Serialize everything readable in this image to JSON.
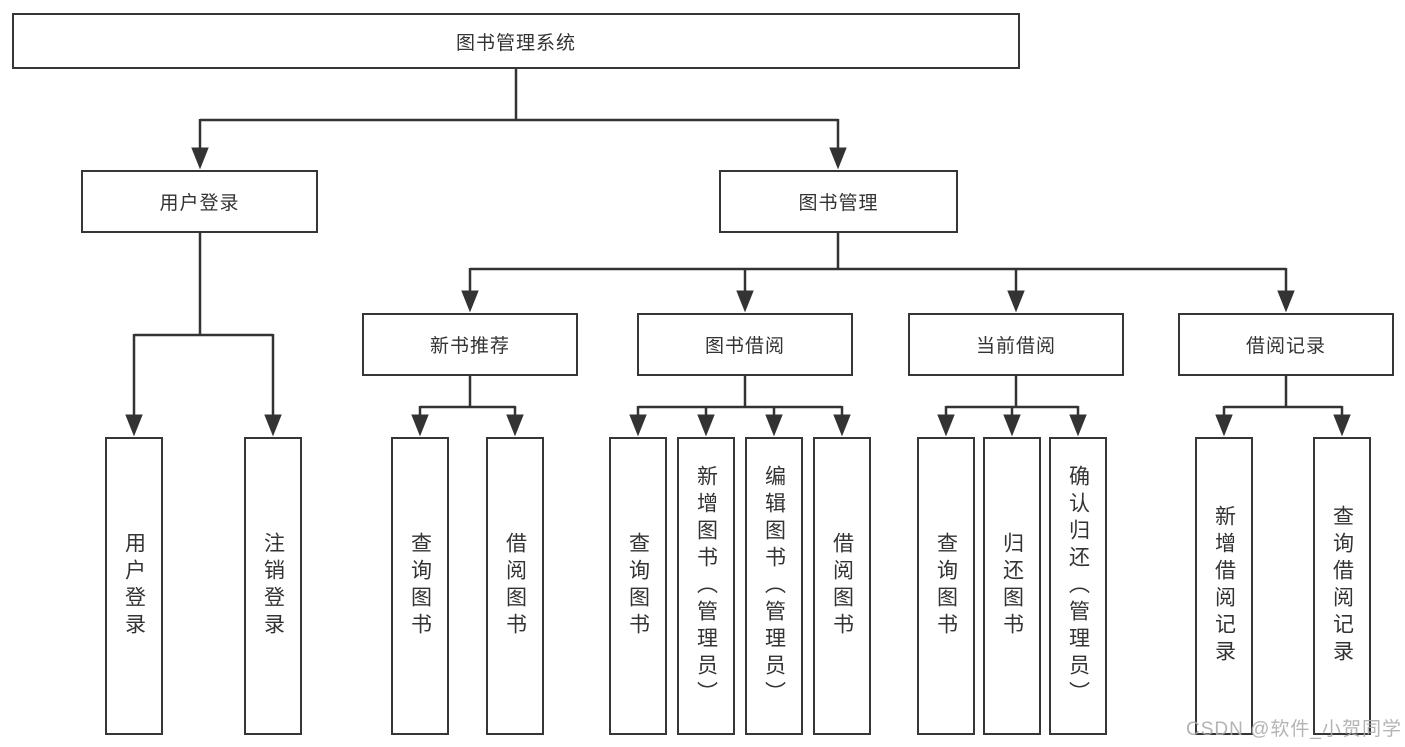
{
  "nodes": {
    "root": "图书管理系统",
    "user_login": "用户登录",
    "book_mgmt": "图书管理",
    "new_books": "新书推荐",
    "book_borrow": "图书借阅",
    "current_borrow": "当前借阅",
    "borrow_records": "借阅记录",
    "leaf_user_login": "用户登录",
    "leaf_logout": "注销登录",
    "leaf_nb_query": "查询图书",
    "leaf_nb_borrow": "借阅图书",
    "leaf_bb_query": "查询图书",
    "leaf_bb_add": "新增图书（管理员）",
    "leaf_bb_edit": "编辑图书（管理员）",
    "leaf_bb_borrow": "借阅图书",
    "leaf_cb_query": "查询图书",
    "leaf_cb_return": "归还图书",
    "leaf_cb_confirm": "确认归还（管理员）",
    "leaf_br_add": "新增借阅记录",
    "leaf_br_query": "查询借阅记录"
  },
  "watermark": "CSDN @软件_小贺同学",
  "colors": {
    "line": "#333333",
    "text": "#333333",
    "watermark": "#acacac",
    "background": "#ffffff"
  }
}
